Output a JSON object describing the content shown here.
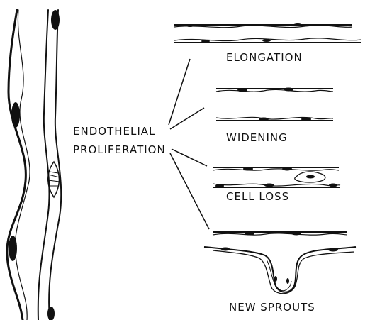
{
  "labels": {
    "center_line1": "ENDOTHELIAL",
    "center_line2": "PROLIFERATION",
    "elongation": "ELONGATION",
    "widening": "WIDENING",
    "cell_loss": "CELL LOSS",
    "new_sprouts": "NEW SPROUTS"
  },
  "colors": {
    "ink": "#111111",
    "background": "#ffffff"
  }
}
